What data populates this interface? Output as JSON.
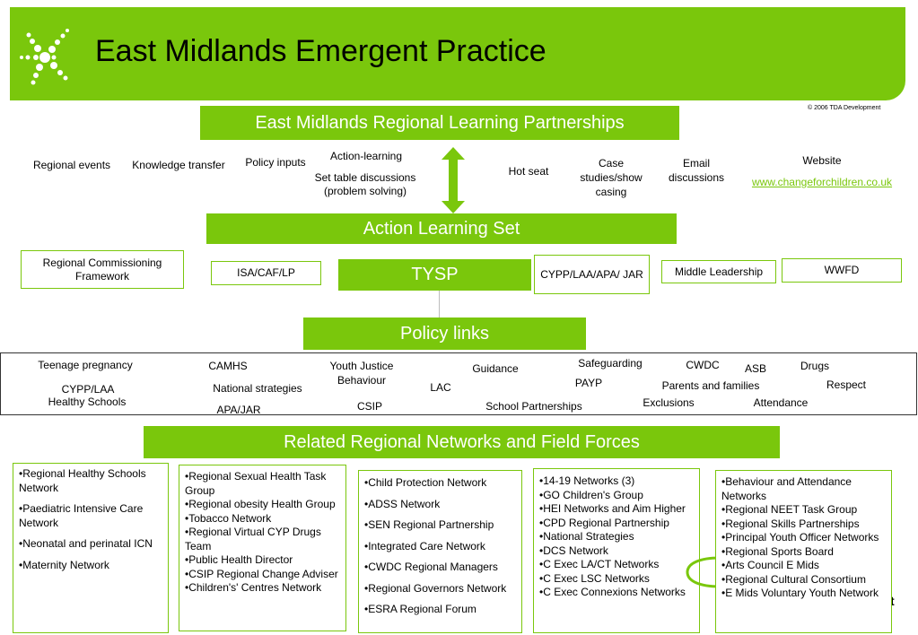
{
  "header": {
    "title": "East Midlands Emergent Practice",
    "copyright": "© 2006  TDA Development"
  },
  "partnerships_bar": "East Midlands Regional Learning Partnerships",
  "top_items": {
    "regional_events": "Regional events",
    "knowledge_transfer": "Knowledge transfer",
    "policy_inputs": "Policy inputs",
    "action_learning": "Action-learning",
    "set_table": "Set table discussions (problem solving)",
    "hot_seat": "Hot seat",
    "case_studies": "Case studies/show casing",
    "email": "Email discussions",
    "website": "Website",
    "website_url": "www.changeforchildren.co.uk"
  },
  "action_learning_bar": "Action Learning Set",
  "mid_items": {
    "rcf": "Regional Commissioning Framework",
    "isa": "ISA/CAF/LP",
    "tysp": "TYSP",
    "cypp": "CYPP/LAA/APA/ JAR",
    "middle_leadership": "Middle Leadership",
    "wwfd": "WWFD"
  },
  "policy_bar": "Policy links",
  "policy_links": {
    "teenage_pregnancy": "Teenage pregnancy",
    "cypp_laa": "CYPP/LAA",
    "healthy_schools": "Healthy Schools",
    "camhs": "CAMHS",
    "national_strategies": "National strategies",
    "apa_jar": "APA/JAR",
    "youth_justice": "Youth Justice",
    "behaviour": "Behaviour",
    "csip": "CSIP",
    "lac": "LAC",
    "guidance": "Guidance",
    "school_partnerships": "School Partnerships",
    "safeguarding": "Safeguarding",
    "payp": "PAYP",
    "cwdc": "CWDC",
    "asb": "ASB",
    "parents_families": "Parents and families",
    "exclusions": "Exclusions",
    "drugs": "Drugs",
    "respect": "Respect",
    "attendance": "Attendance"
  },
  "networks_bar": "Related Regional Networks and Field Forces",
  "networks": {
    "col1": [
      "•Regional Healthy Schools Network",
      "•Paediatric Intensive Care Network",
      "•Neonatal and perinatal ICN",
      "•Maternity Network"
    ],
    "col2": [
      "•Regional Sexual Health Task Group",
      "•Regional obesity Health Group",
      "•Tobacco Network",
      "•Regional Virtual CYP Drugs Team",
      "•Public Health Director",
      "•CSIP Regional Change Adviser",
      "•Children's' Centres Network"
    ],
    "col3": [
      "•Child Protection Network",
      "•ADSS Network",
      "•SEN Regional Partnership",
      "•Integrated Care Network",
      "•CWDC Regional Managers",
      "•Regional Governors Network",
      "•ESRA Regional Forum"
    ],
    "col4": [
      "•14-19 Networks (3)",
      "•GO Children's Group",
      "•HEI Networks and Aim Higher",
      "•CPD Regional Partnership",
      "•National Strategies",
      "•DCS Network",
      "•C Exec LA/CT Networks",
      "•C Exec LSC Networks",
      "•C Exec Connexions Networks"
    ],
    "col5": [
      "•Behaviour and Attendance Networks",
      "•Regional NEET Task Group",
      "•Regional Skills Partnerships",
      "•Principal Youth Officer Networks",
      "•Regional Sports Board",
      "•Arts Council E Mids",
      "•Regional Cultural Consortium",
      "•E Mids Voluntary Youth Network"
    ]
  },
  "stray_char": "t",
  "colors": {
    "accent": "#7ac70c",
    "text": "#000000"
  }
}
